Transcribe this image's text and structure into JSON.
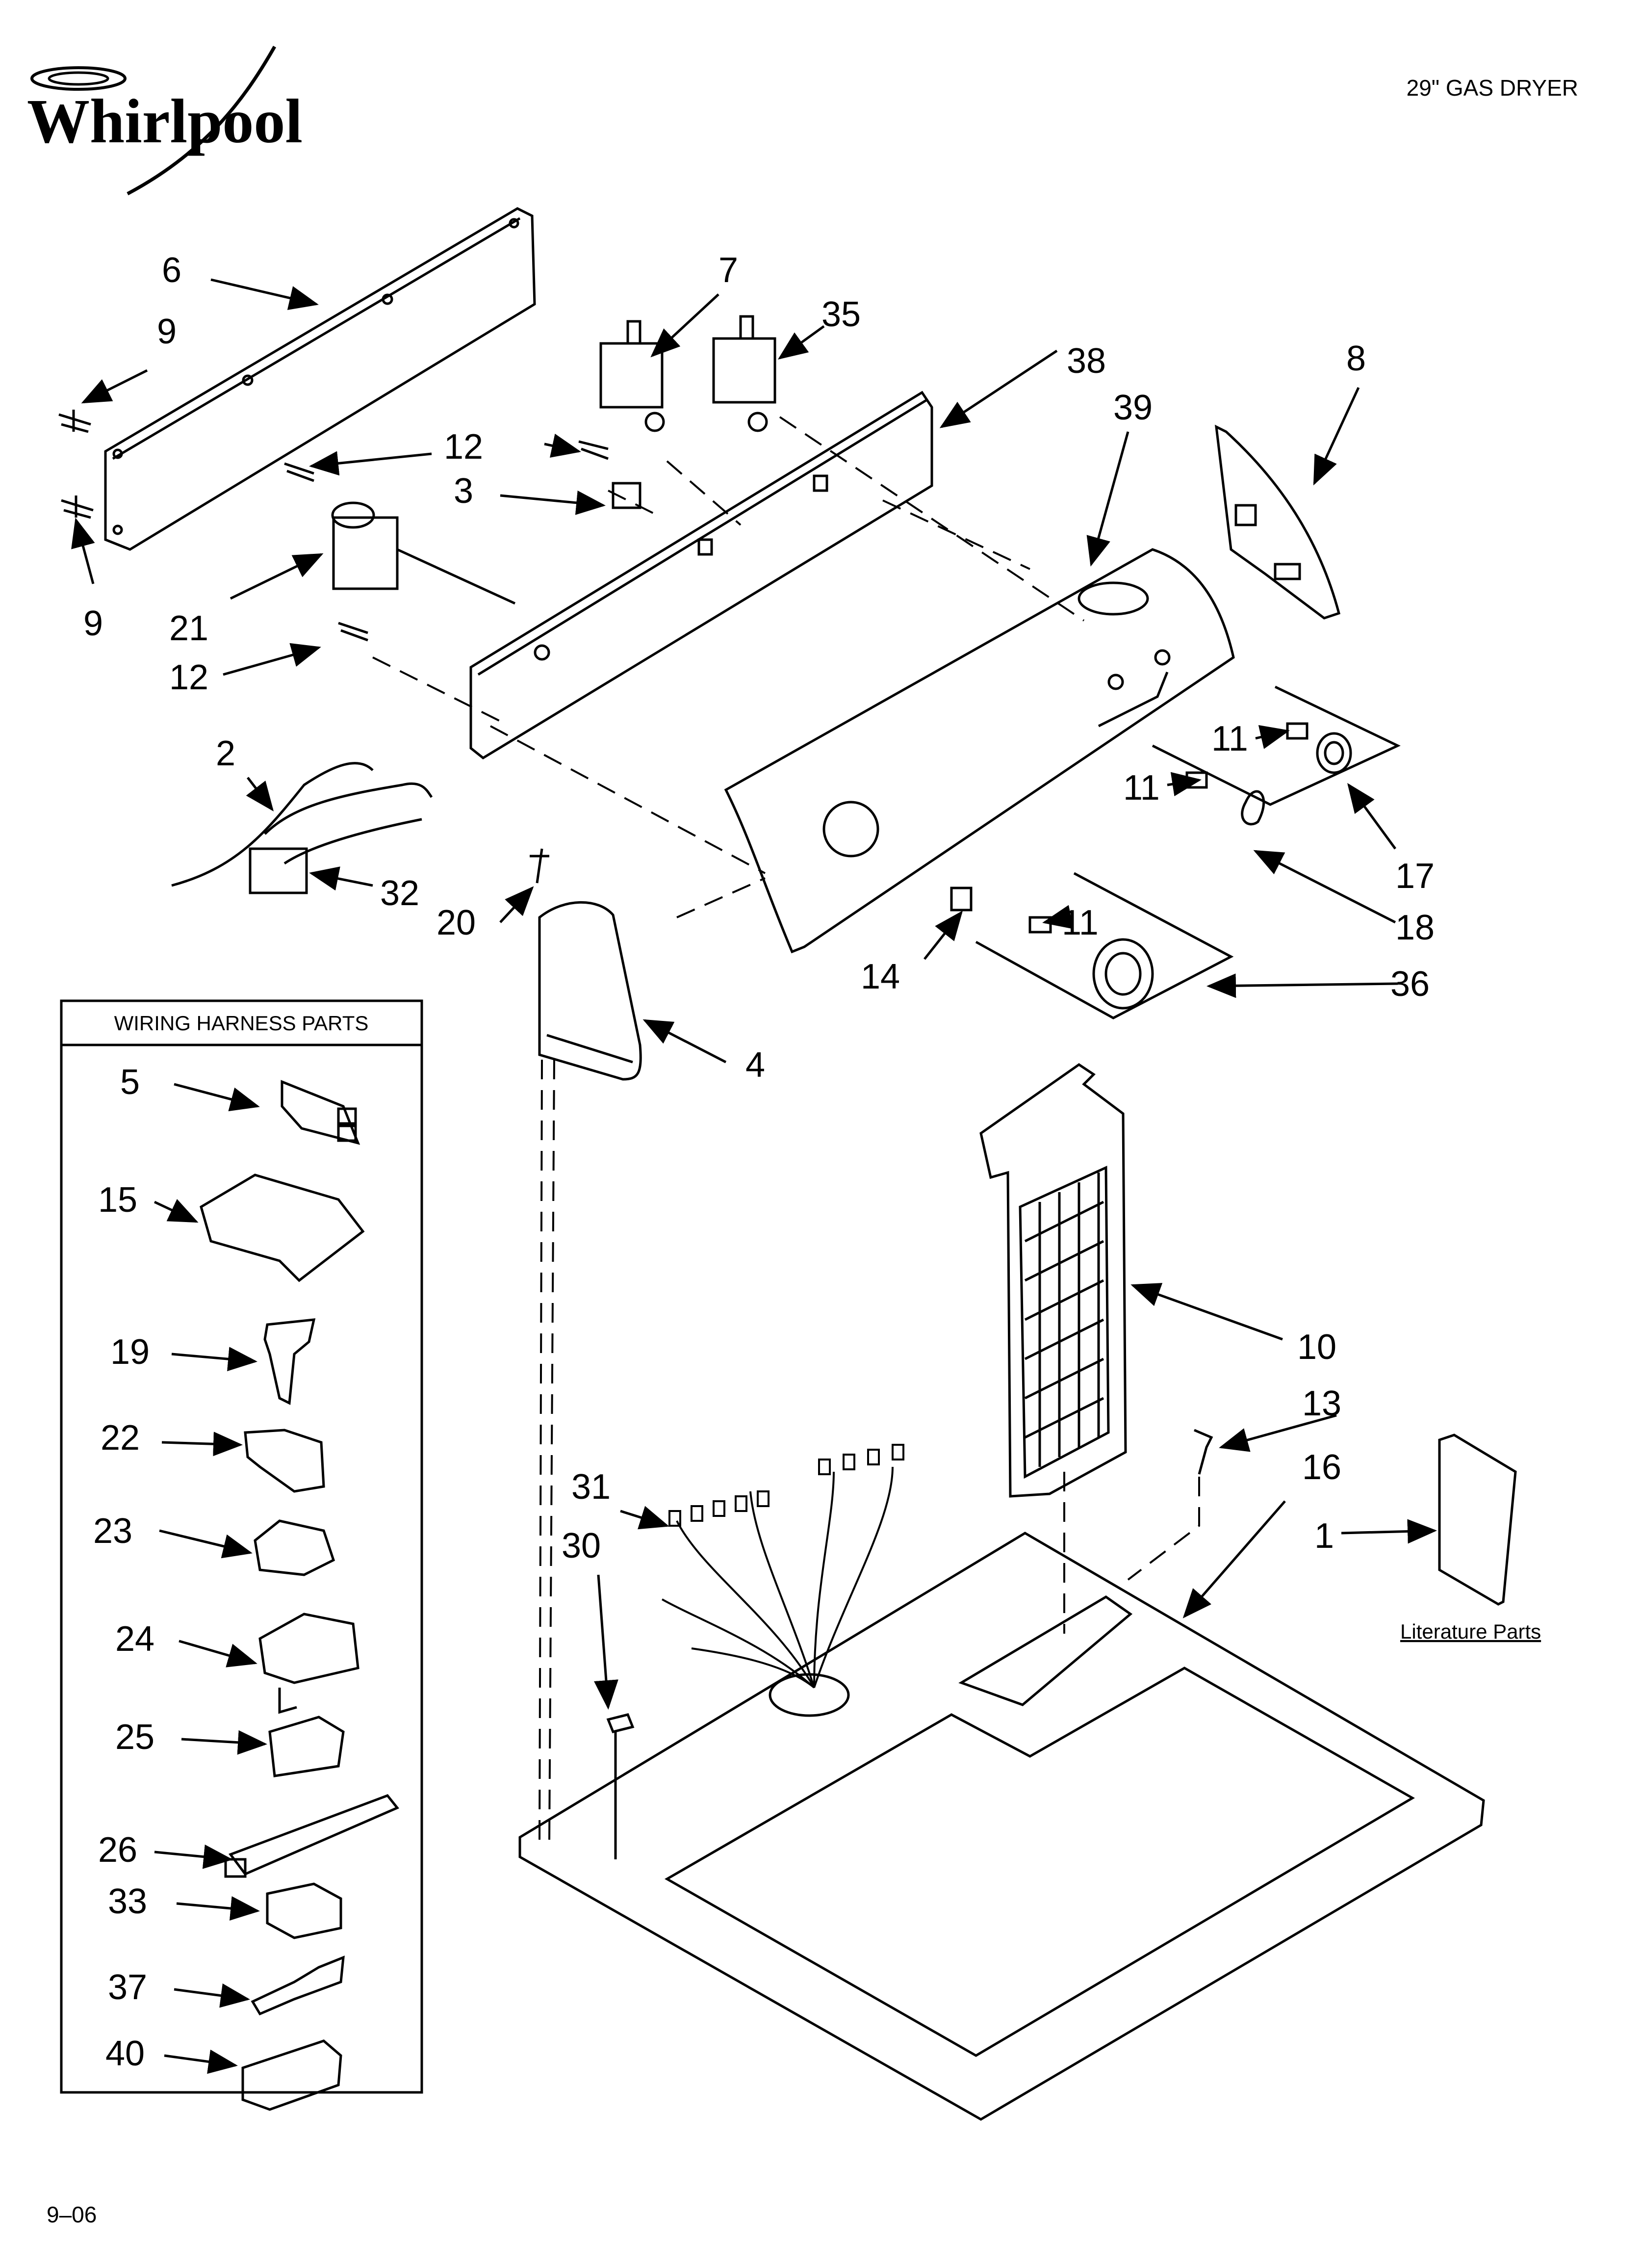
{
  "header": {
    "brand": "Whirlpool",
    "model_title": "29\" GAS DRYER"
  },
  "inset": {
    "title": "WIRING HARNESS PARTS",
    "items": [
      "5",
      "15",
      "19",
      "22",
      "23",
      "24",
      "25",
      "26",
      "33",
      "37",
      "40"
    ]
  },
  "literature": {
    "label": "Literature Parts"
  },
  "callouts": {
    "c6": "6",
    "c9a": "9",
    "c9b": "9",
    "c12a": "12",
    "c12b": "12",
    "c3": "3",
    "c21": "21",
    "c7": "7",
    "c35": "35",
    "c38": "38",
    "c39": "39",
    "c8": "8",
    "c2": "2",
    "c32": "32",
    "c20": "20",
    "c4": "4",
    "c11a": "11",
    "c11b": "11",
    "c11c": "11",
    "c17": "17",
    "c18": "18",
    "c14": "14",
    "c36": "36",
    "c10": "10",
    "c13": "13",
    "c16": "16",
    "c1": "1",
    "c31": "31",
    "c30": "30"
  },
  "footer": {
    "date_code": "9–06"
  }
}
